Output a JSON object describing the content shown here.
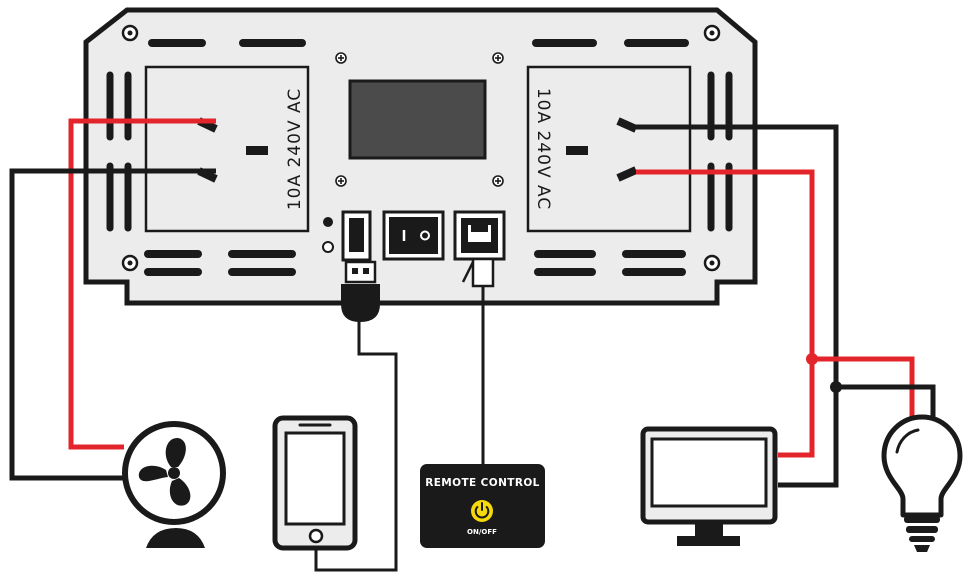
{
  "diagram": {
    "left_outlet_label": "10A 240V AC",
    "right_outlet_label": "10A 240V AC",
    "remote_control_title": "REMOTE CONTROL",
    "remote_control_button": "ON/OFF",
    "wire_colors": {
      "live": "#e3242b",
      "neutral": "#1a1a1a"
    },
    "panel_color": "#ececec",
    "accent_color": "#f5d90a"
  },
  "icons": [
    "fan-icon",
    "smartphone-icon",
    "monitor-icon",
    "light-bulb-icon",
    "usb-plug-icon",
    "rj11-plug-icon",
    "power-icon"
  ]
}
